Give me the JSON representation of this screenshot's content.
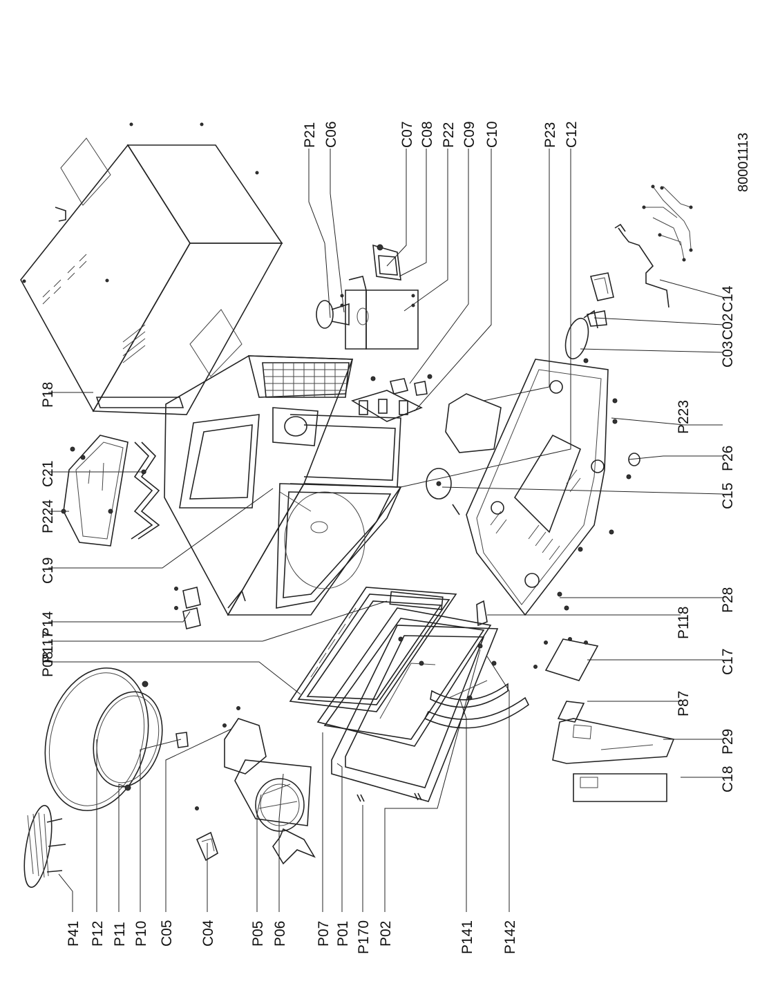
{
  "document_number": "80001113",
  "labels": {
    "P21": "P21",
    "C06": "C06",
    "C07": "C07",
    "C08": "C08",
    "P22": "P22",
    "C09": "C09",
    "C10": "C10",
    "P23": "P23",
    "C12": "C12",
    "P18": "P18",
    "C21": "C21",
    "P224": "P224",
    "C19": "C19",
    "P14": "P14",
    "P117": "P117",
    "P08": "P08",
    "P41": "P41",
    "P12": "P12",
    "P11": "P11",
    "P10": "P10",
    "C05": "C05",
    "C04": "C04",
    "P05": "P05",
    "P06": "P06",
    "P07": "P07",
    "P01": "P01",
    "P170": "P170",
    "P02": "P02",
    "P141": "P141",
    "P142": "P142",
    "C14": "C14",
    "C02": "C02",
    "C03": "C03",
    "P223": "P223",
    "P26": "P26",
    "C15": "C15",
    "P28": "P28",
    "P118": "P118",
    "C17": "C17",
    "P87": "P87",
    "P29": "P29",
    "C18": "C18"
  }
}
